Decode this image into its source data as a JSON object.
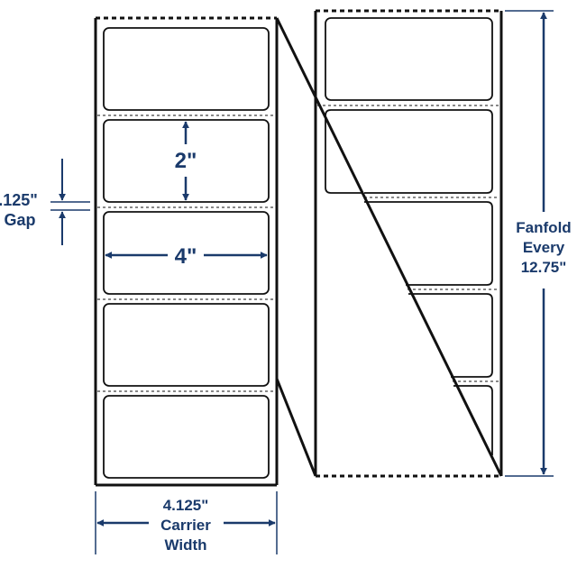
{
  "colors": {
    "outline": "#111111",
    "dimension": "#1a3a6b",
    "background": "#ffffff"
  },
  "labels": {
    "label_height": "2\"",
    "label_width": "4\"",
    "gap_value": ".125\"",
    "gap_word": "Gap",
    "carrier_value": "4.125\"",
    "carrier_word1": "Carrier",
    "carrier_word2": "Width",
    "fanfold_word1": "Fanfold",
    "fanfold_word2": "Every",
    "fanfold_value": "12.75\""
  }
}
